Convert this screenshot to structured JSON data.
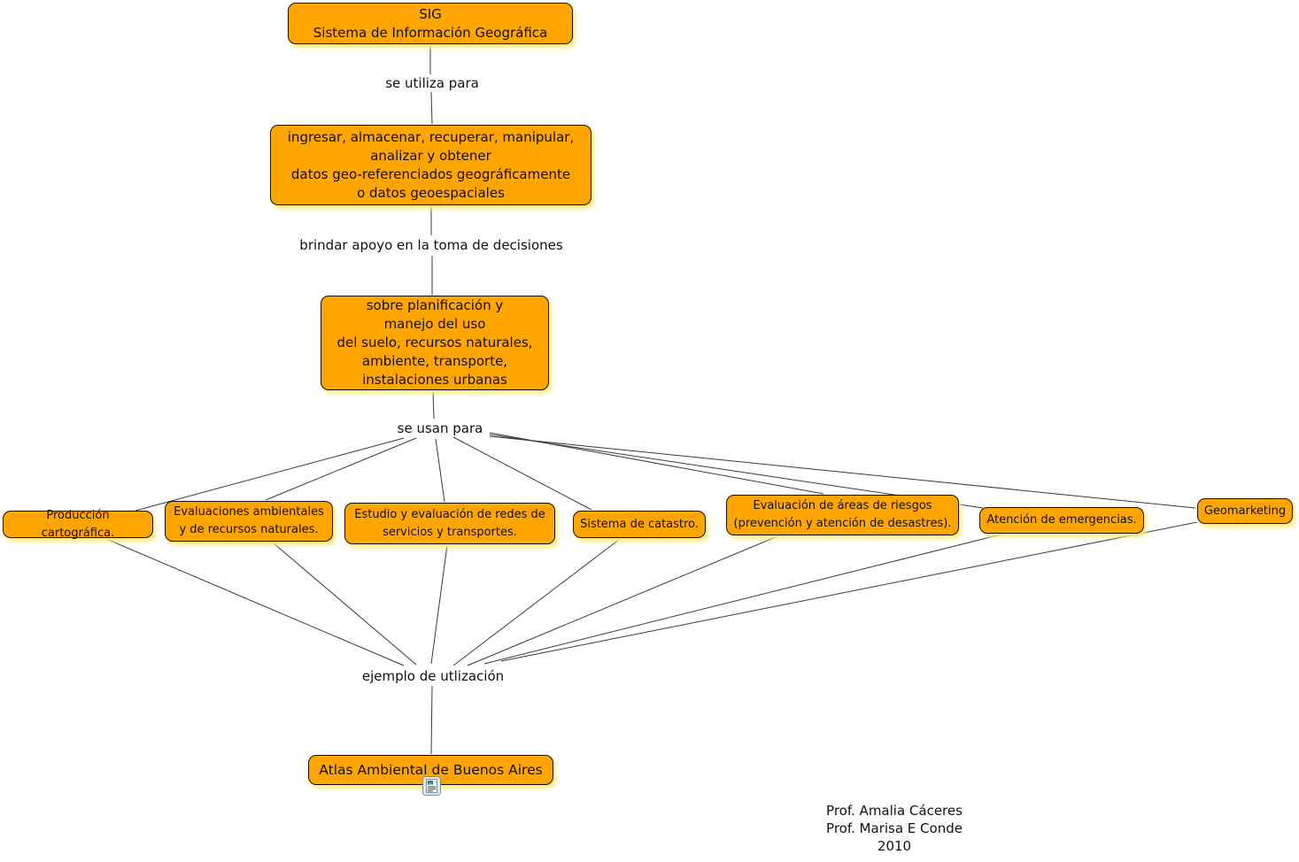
{
  "concept_map": {
    "nodes": {
      "sig": {
        "text": "SIG\nSistema de Información Geográfica"
      },
      "process": {
        "text": "ingresar, almacenar, recuperar, manipular,\nanalizar y obtener\ndatos geo-referenciados geográficamente\no datos geoespaciales"
      },
      "planning": {
        "text": "sobre planificación y\nmanejo del uso\ndel suelo, recursos naturales,\nambiente, transporte,\ninstalaciones urbanas"
      },
      "cartografia": {
        "text": "Producción cartográfica."
      },
      "ambientales": {
        "text": "Evaluaciones ambientales\ny de recursos naturales."
      },
      "redes": {
        "text": "Estudio y evaluación de redes de\nservicios y transportes."
      },
      "catastro": {
        "text": "Sistema de catastro."
      },
      "riesgos": {
        "text": "Evaluación de áreas de riesgos\n(prevención y atención de desastres)."
      },
      "emergencias": {
        "text": "Atención de emergencias."
      },
      "geomarketing": {
        "text": "Geomarketing"
      },
      "atlas": {
        "text": "Atlas Ambiental de Buenos Aires"
      }
    },
    "link_labels": {
      "se_utiliza_para": "se utiliza para",
      "brindar_apoyo": "brindar apoyo en la toma de decisiones",
      "se_usan_para": "se usan para",
      "ejemplo": "ejemplo de utlización"
    },
    "icons": {
      "atlas_resource": "document-image-resource-icon"
    },
    "credits": {
      "text": "Prof. Amalia Cáceres\nProf. Marisa E Conde\n2010"
    },
    "colors": {
      "node_fill": "#FFA500",
      "node_border": "#111111",
      "node_shadow": "#FFEC85",
      "line_color": "#3a3a3a",
      "text_color": "#111111",
      "background": "#FFFFFF"
    }
  }
}
